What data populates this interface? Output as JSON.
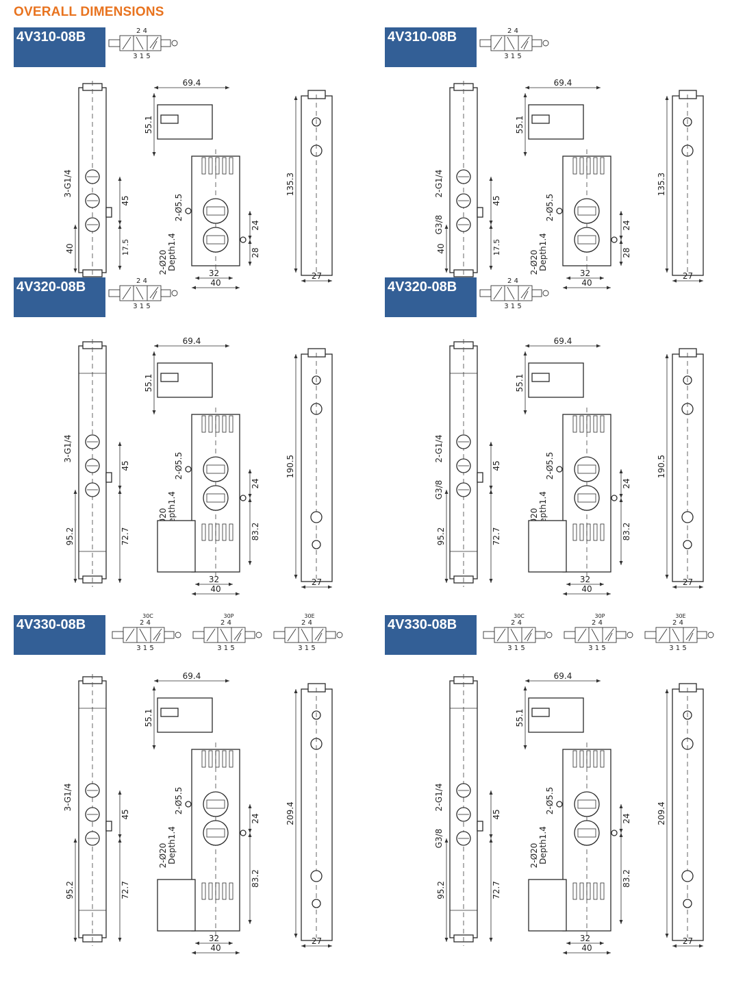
{
  "title": "OVERALL DIMENSIONS",
  "sections": [
    {
      "model": "4V310-08B",
      "symbol_ports_top": "2 4",
      "symbol_ports_bottom": "3 1 5",
      "ports_label": "3-G1/4",
      "ports_label_alt": "G3/8",
      "ports_label_alt2": "2-G1/4",
      "dim_width": "69.4",
      "dim_coil": "55.1",
      "dim_height": "135.3",
      "dim_pitch": "45",
      "dim_a": "40",
      "dim_b": "17.5",
      "dim_hole_a": "24",
      "dim_hole_b": "28",
      "hole_label": "2-Ø5.5",
      "depth_label": "Depth1.4",
      "cb_label": "2-Ø20",
      "dim_base_a": "32",
      "dim_base_b": "40",
      "dim_side": "27"
    },
    {
      "model": "4V320-08B",
      "symbol_ports_top": "2 4",
      "symbol_ports_bottom": "3 1 5",
      "ports_label": "3-G1/4",
      "ports_label_alt": "G3/8",
      "ports_label_alt2": "2-G1/4",
      "dim_width": "69.4",
      "dim_coil": "55.1",
      "dim_height": "190.5",
      "dim_pitch": "45",
      "dim_a": "95.2",
      "dim_b": "72.7",
      "dim_c": "83.2",
      "dim_hole_a": "24",
      "hole_label": "2-Ø5.5",
      "depth_label": "Depth1.4",
      "cb_label": "2-Ø20",
      "dim_base_a": "32",
      "dim_base_b": "40",
      "dim_side": "27"
    },
    {
      "model": "4V330-08B",
      "symbol_ports_top": "2 4",
      "symbol_ports_bottom": "3 1 5",
      "variants": [
        "30C",
        "30P",
        "30E"
      ],
      "ports_label": "3-G1/4",
      "ports_label_alt": "G3/8",
      "ports_label_alt2": "2-G1/4",
      "dim_width": "69.4",
      "dim_coil": "55.1",
      "dim_height": "209.4",
      "dim_pitch": "45",
      "dim_a": "95.2",
      "dim_b": "72.7",
      "dim_c": "83.2",
      "dim_hole_a": "24",
      "hole_label": "2-Ø5.5",
      "depth_label": "Depth1.4",
      "cb_label": "2-Ø20",
      "dim_base_a": "32",
      "dim_base_b": "40",
      "dim_side": "27"
    }
  ],
  "colors": {
    "title": "#e8731f",
    "tag_bg": "#335f96",
    "tag_text": "#ffffff",
    "line": "#2a2a2a"
  }
}
